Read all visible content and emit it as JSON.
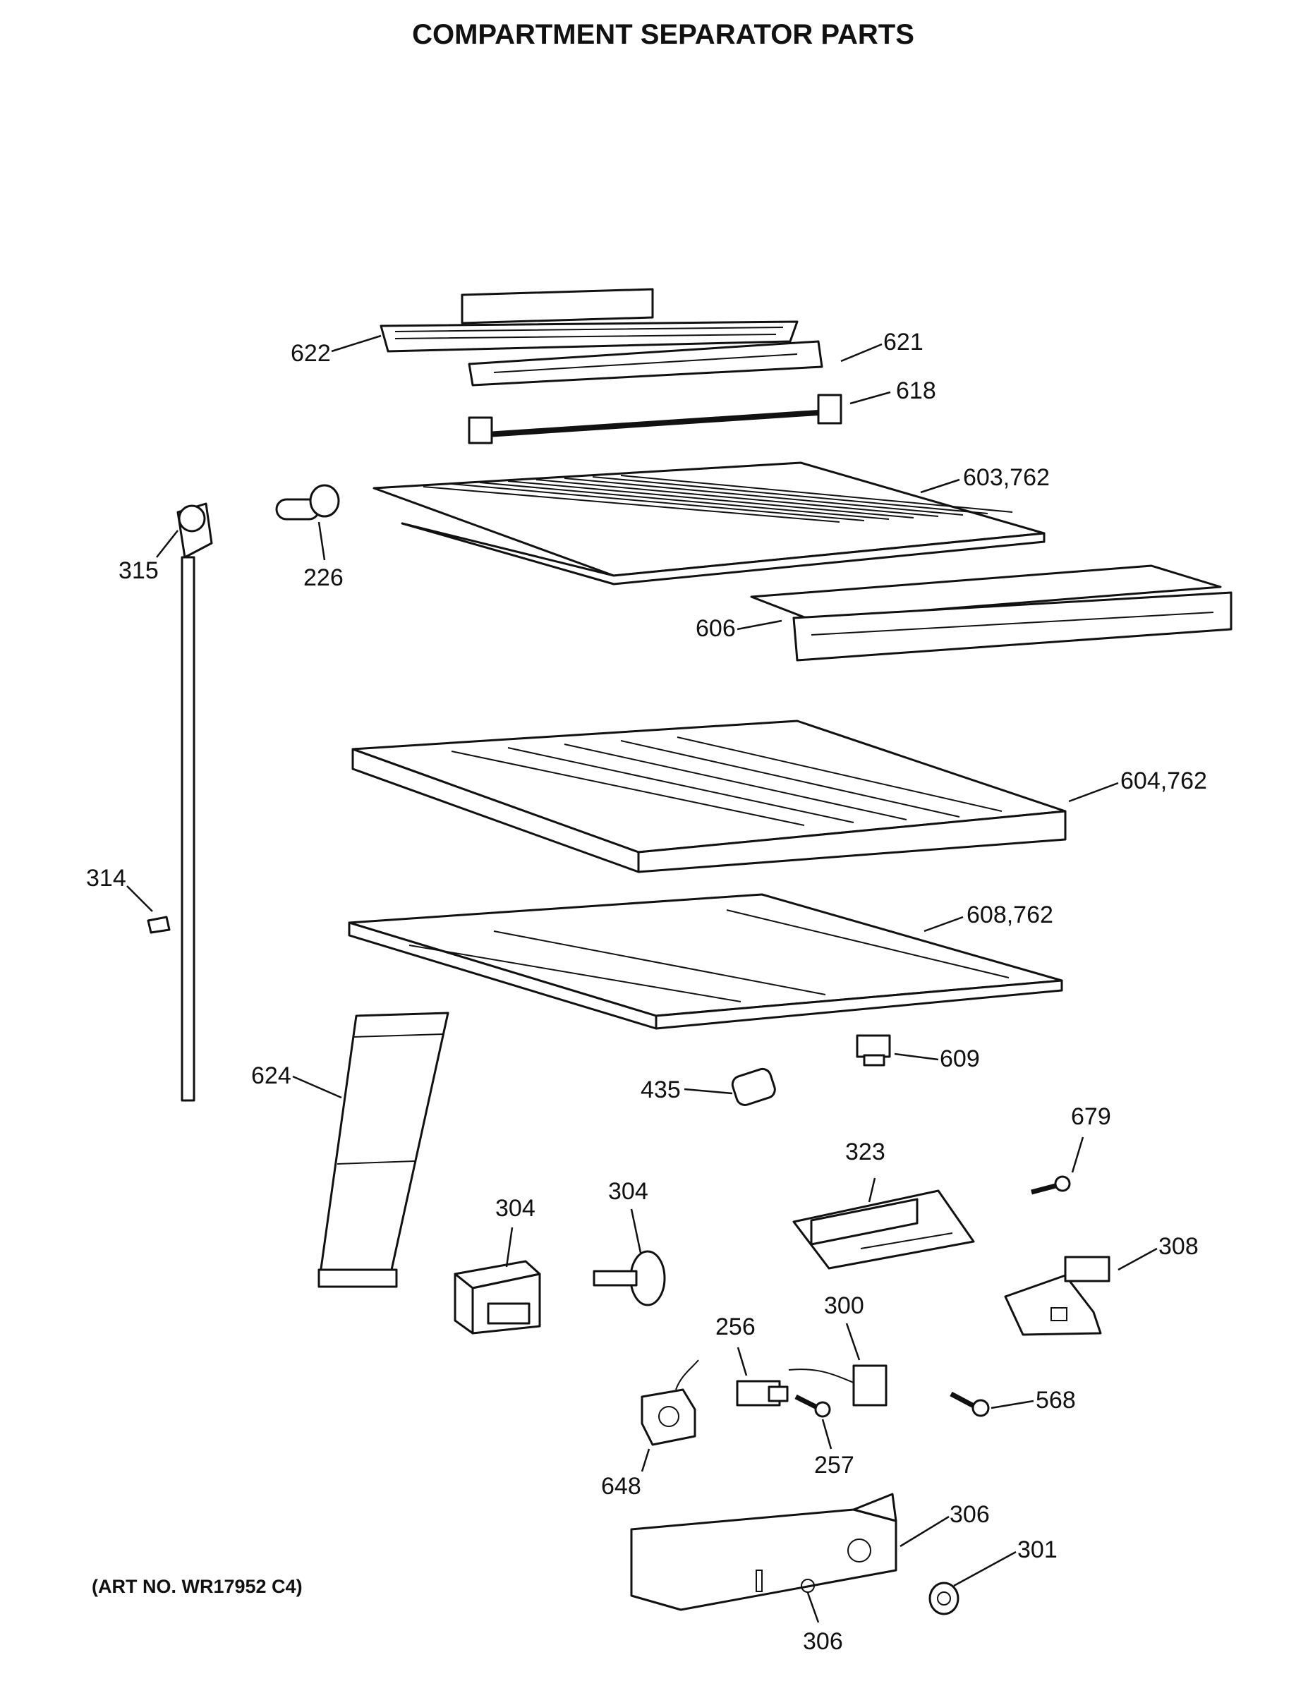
{
  "title": "COMPARTMENT SEPARATOR PARTS",
  "art_number": "(ART NO. WR17952 C4)",
  "labels": {
    "l622": "622",
    "l621": "621",
    "l618": "618",
    "l603": "603,762",
    "l315": "315",
    "l226": "226",
    "l606": "606",
    "l604": "604,762",
    "l314": "314",
    "l608": "608,762",
    "l624": "624",
    "l609": "609",
    "l435": "435",
    "l679": "679",
    "l323": "323",
    "l304a": "304",
    "l304b": "304",
    "l308": "308",
    "l256": "256",
    "l300": "300",
    "l568": "568",
    "l257": "257",
    "l648": "648",
    "l306a": "306",
    "l301": "301",
    "l306b": "306"
  }
}
